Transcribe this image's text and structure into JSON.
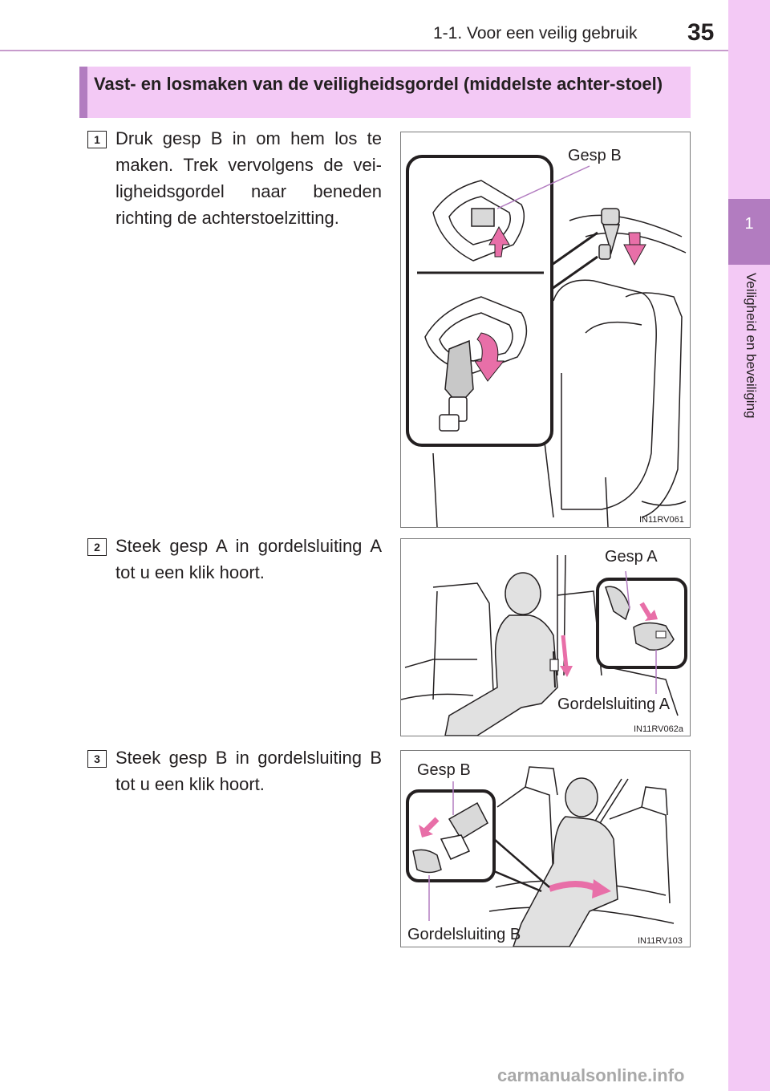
{
  "header": {
    "section": "1-1. Voor een veilig gebruik",
    "page_number": "35"
  },
  "side_tab": {
    "chapter_number": "1",
    "chapter_label": "Veiligheid en beveiliging"
  },
  "section_title": "Vast- en losmaken van de veiligheidsgordel (middelste achter-stoel)",
  "steps": [
    {
      "number": "1",
      "text": "Druk gesp B in om hem los te maken. Trek vervolgens de vei-ligheidsgordel naar beneden richting de achterstoelzitting.",
      "figure": {
        "labels": [
          "Gesp B"
        ],
        "code": "IN11RV061"
      }
    },
    {
      "number": "2",
      "text": "Steek gesp A in gordelsluiting A tot u een klik hoort.",
      "figure": {
        "labels": [
          "Gesp A",
          "Gordelsluiting A"
        ],
        "code": "IN11RV062a"
      }
    },
    {
      "number": "3",
      "text": "Steek gesp B in gordelsluiting B tot u een klik hoort.",
      "figure": {
        "labels": [
          "Gesp B",
          "Gordelsluiting B"
        ],
        "code": "IN11RV103"
      }
    }
  ],
  "watermark": "carmanualsonline.info",
  "colors": {
    "accent": "#b27cc0",
    "accent_light": "#f3c9f5",
    "arrow": "#e86fa8"
  }
}
